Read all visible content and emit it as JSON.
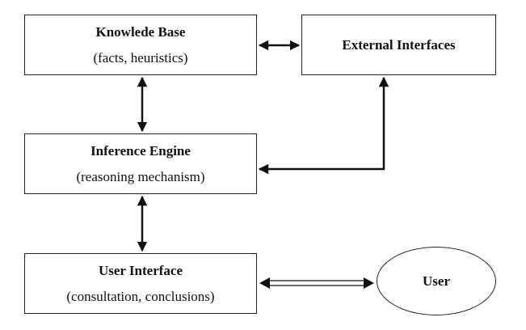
{
  "knowledge_base": {
    "title": "Knowlede Base",
    "subtitle": "(facts, heuristics)"
  },
  "external_interfaces": {
    "title": "External Interfaces"
  },
  "inference_engine": {
    "title": "Inference Engine",
    "subtitle": "(reasoning mechanism)"
  },
  "user_interface": {
    "title": "User Interface",
    "subtitle": "(consultation, conclusions)"
  },
  "user": {
    "label": "User"
  }
}
